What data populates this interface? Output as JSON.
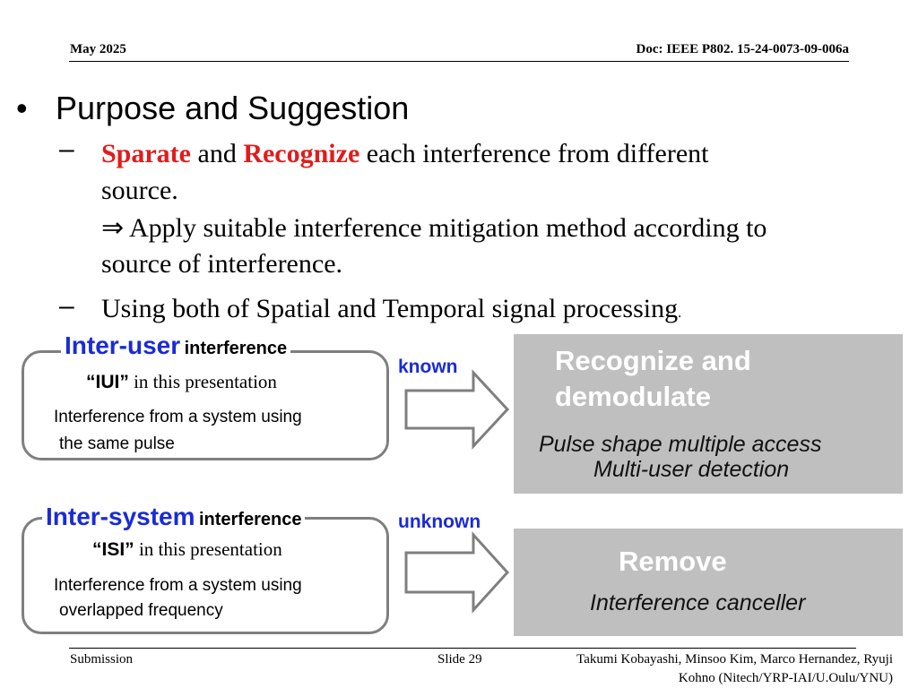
{
  "header": {
    "date": "May 2025",
    "doc": "Doc: IEEE P802. 15-24-0073-09-006a"
  },
  "main": {
    "bullet_title": "Purpose and Suggestion",
    "sub1": {
      "red1": "Sparate",
      "and": " and ",
      "red2": "Recognize",
      "rest": " each interference from different",
      "line2": "source.",
      "line3": "⇒ Apply suitable interference mitigation method according to",
      "line4": "source of interference."
    },
    "sub2": {
      "text": "Using both of Spatial and Temporal signal processing",
      "period": "."
    }
  },
  "inter_user": {
    "title_big": "Inter-user",
    "title_small": "interference",
    "abbr": "“IUI”",
    "abbr_rest": " in this presentation",
    "desc1": "Interference from a system using",
    "desc2": "the same pulse",
    "arrow_label": "known",
    "panel_head1": "Recognize and",
    "panel_head2": "demodulate",
    "panel_it1": "Pulse shape multiple access",
    "panel_it2": "Multi-user detection"
  },
  "inter_system": {
    "title_big": "Inter-system",
    "title_small": "interference",
    "abbr": "“ISI”",
    "abbr_rest": " in this presentation",
    "desc1": "Interference from a system using",
    "desc2": "overlapped frequency",
    "arrow_label": "unknown",
    "panel_head": "Remove",
    "panel_it": "Interference canceller"
  },
  "footer": {
    "left": "Submission",
    "slide": "Slide 29",
    "authors1": "Takumi Kobayashi, Minsoo Kim, Marco Hernandez, Ryuji",
    "authors2": "Kohno (Nitech/YRP-IAI/U.Oulu/YNU)"
  },
  "colors": {
    "accent_red": "#e21b1b",
    "accent_blue": "#1a2bd6",
    "panel_gray": "#bfbfbf"
  }
}
